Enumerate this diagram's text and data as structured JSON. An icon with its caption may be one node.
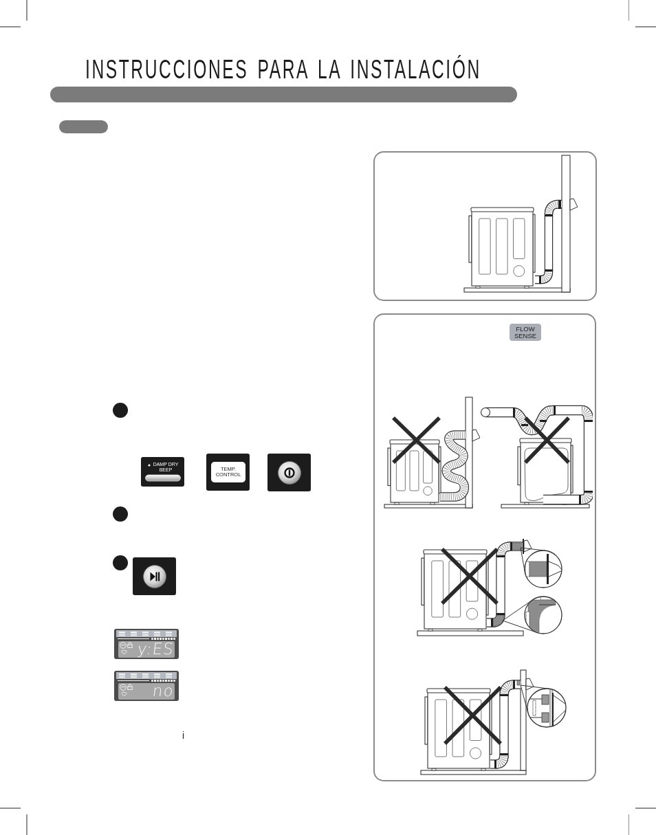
{
  "diagram": {
    "title": "INSTRUCCIONES PARA LA INSTALACIÓN",
    "nodes": [
      {
        "text": [
          "DAMP DRY BEEP"
        ]
      },
      {
        "text": [
          "TEMP. CONTROL"
        ]
      },
      {
        "text": [],
        "shape": "box"
      },
      {
        "text": [],
        "shape": "box"
      },
      {
        "text": [
          "y:ES"
        ]
      },
      {
        "text": [
          "no"
        ]
      },
      {
        "text": [
          "FLOW SENSE"
        ]
      }
    ],
    "labels": [
      "i"
    ]
  }
}
